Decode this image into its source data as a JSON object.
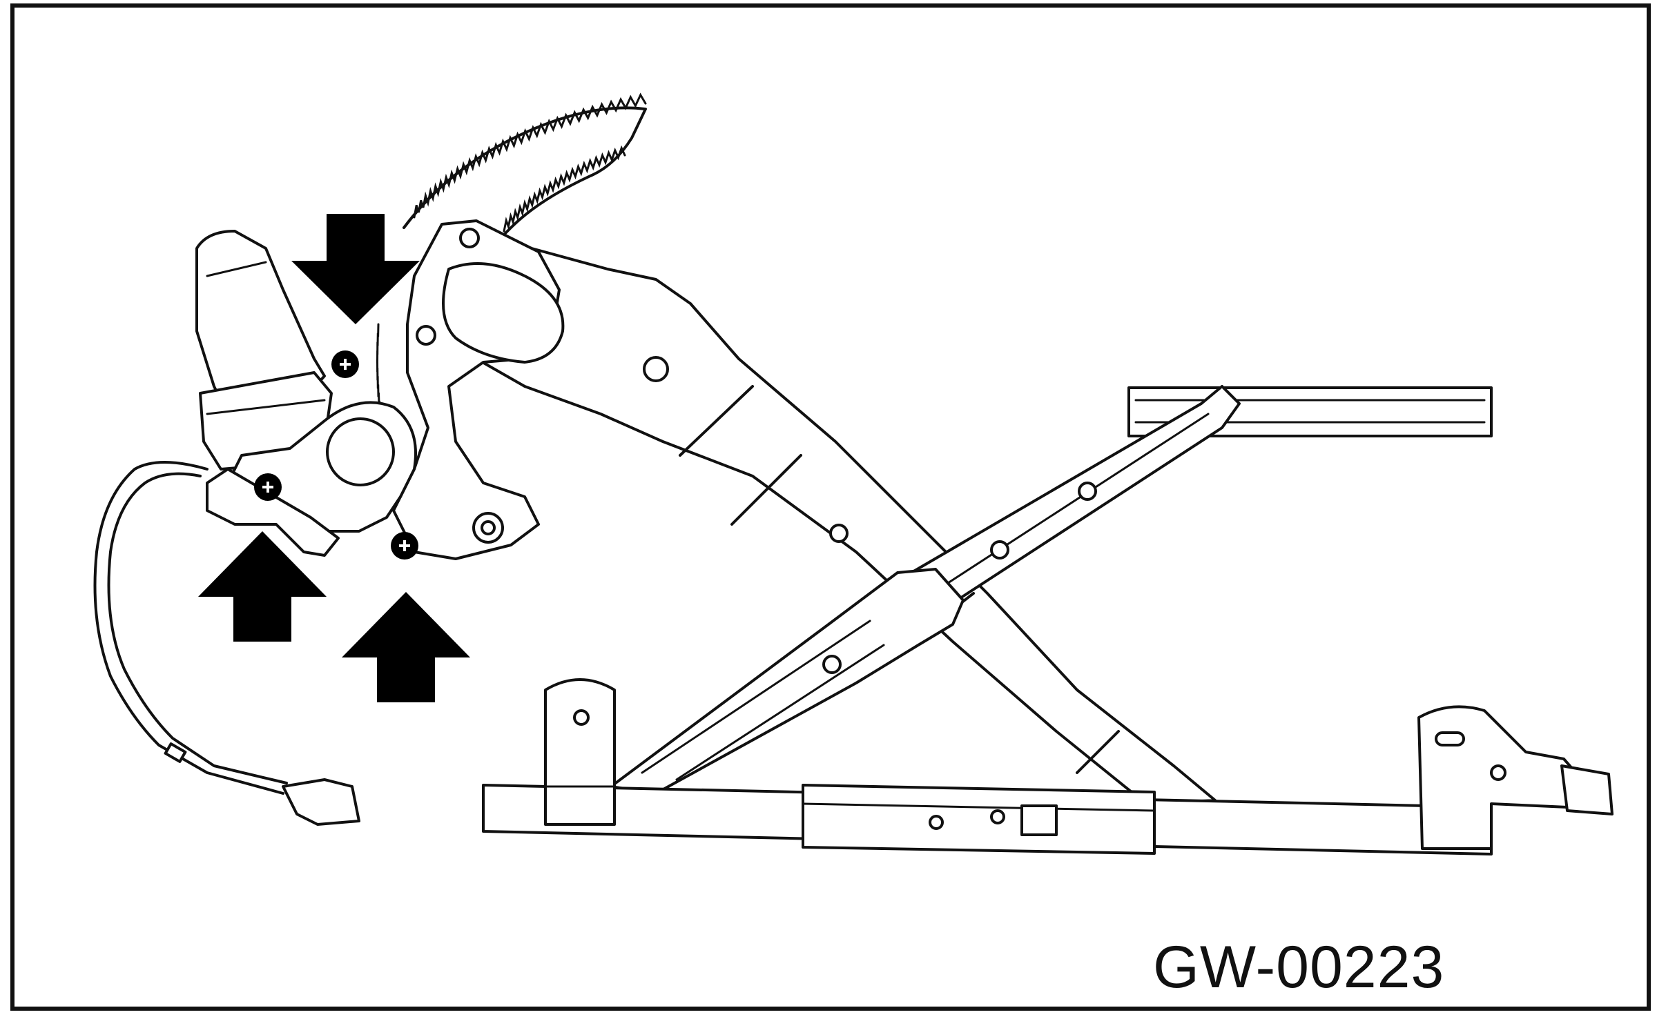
{
  "figure": {
    "reference_code": "GW-00223"
  },
  "colors": {
    "background": "#ffffff",
    "line": "#111111",
    "arrow_fill": "#000000"
  },
  "callouts": {
    "arrow_count": 3,
    "arrow_icon": "solid-block-arrow",
    "marked_part": "screw",
    "marked_part_count": 3
  }
}
